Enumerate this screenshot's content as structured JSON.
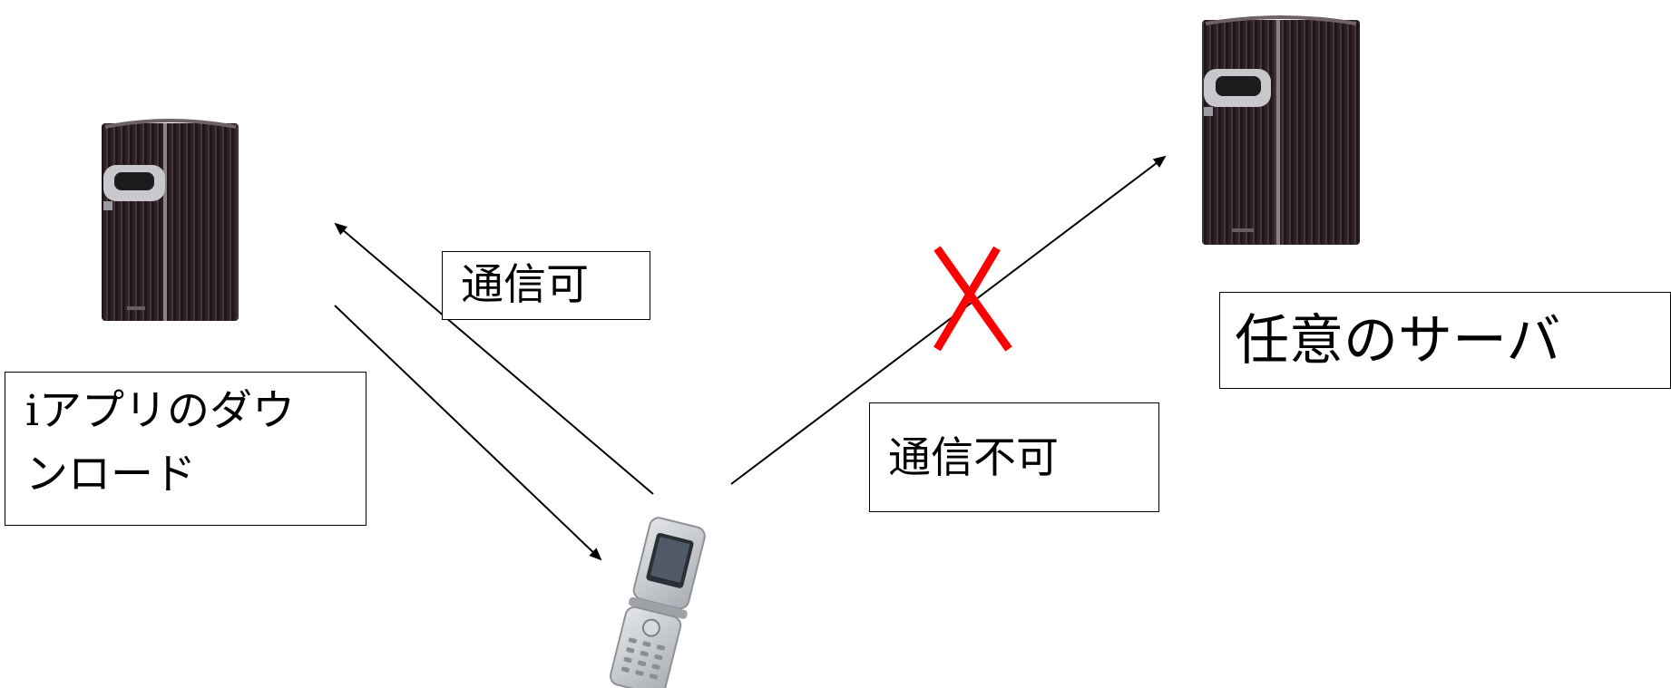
{
  "labels": {
    "download_line1_latin": "i",
    "download_line1_kana": "アプリのダウ",
    "download_line2": "ンロード",
    "comm_ok": "通信可",
    "comm_ng": "通信不可",
    "any_server": "任意のサーバ"
  },
  "colors": {
    "server_body": "#2b1f22",
    "server_stripe": "#6a5a60",
    "server_panel": "#c8c8cc",
    "cross": "#ff0000",
    "line": "#000000",
    "phone_silver": "#c9ccd0"
  },
  "icons": {
    "left_server": "server-icon",
    "right_server": "server-icon",
    "phone": "flip-phone-icon",
    "cross": "cross-mark-icon"
  }
}
